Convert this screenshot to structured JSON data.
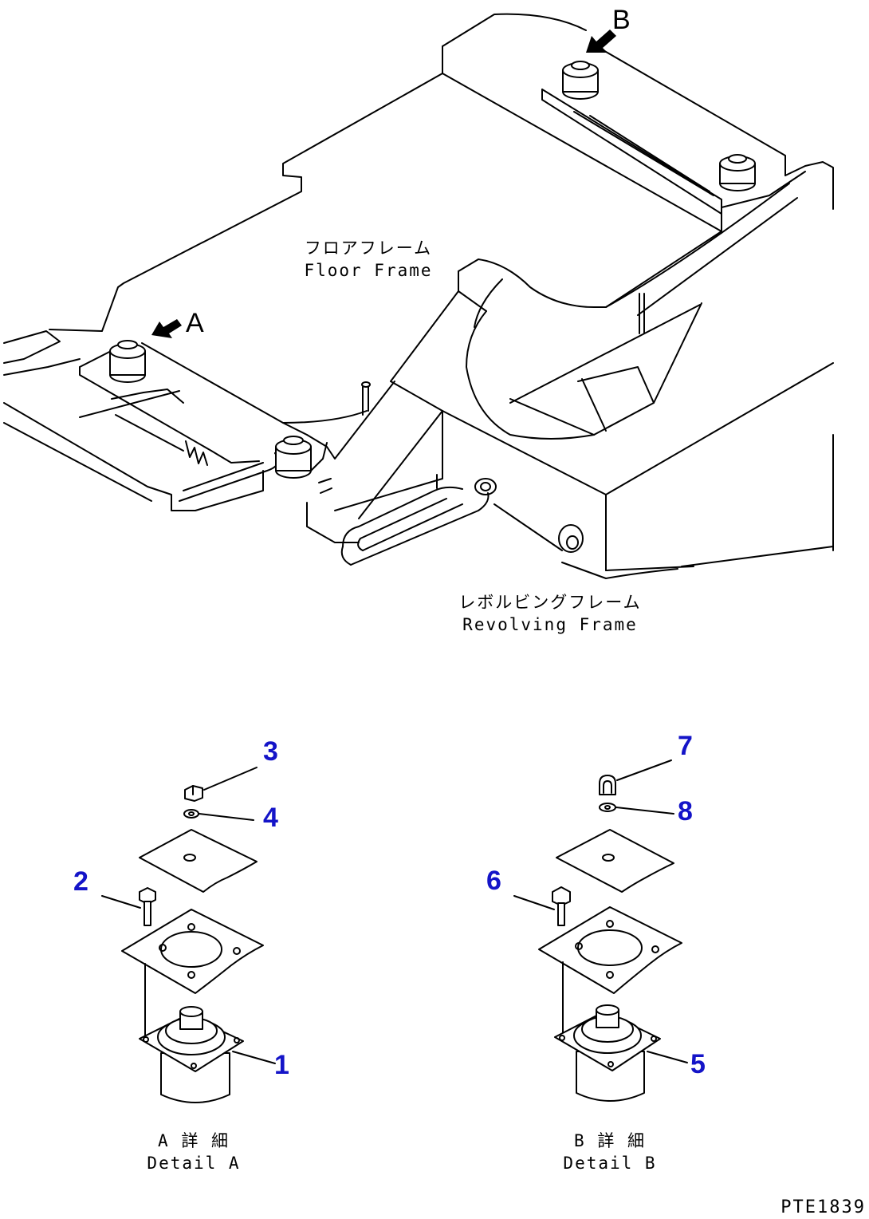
{
  "main_labels": {
    "floor_frame_jp": "フロアフレーム",
    "floor_frame_en": "Floor Frame",
    "revolving_frame_jp": "レボルビングフレーム",
    "revolving_frame_en": "Revolving Frame"
  },
  "view_markers": {
    "a": "A",
    "b": "B"
  },
  "details": {
    "a_jp": "A 詳 細",
    "a_en": "Detail A",
    "b_jp": "B 詳 細",
    "b_en": "Detail B"
  },
  "callouts": [
    "1",
    "2",
    "3",
    "4",
    "5",
    "6",
    "7",
    "8"
  ],
  "drawing_code": "PTE1839",
  "colors": {
    "line": "#000000",
    "callout": "#1414c8",
    "background": "#ffffff"
  }
}
